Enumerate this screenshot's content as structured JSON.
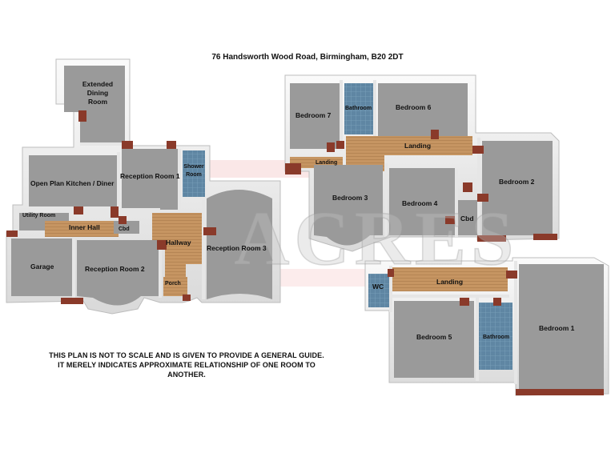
{
  "title": "76 Handsworth Wood Road, Birmingham, B20 2DT",
  "disclaimer": "THIS PLAN IS NOT TO SCALE AND IS GIVEN TO PROVIDE A GENERAL GUIDE. IT MERELY INDICATES APPROXIMATE RELATIONSHIP OF ONE ROOM TO ANOTHER.",
  "watermark": "ACRES",
  "colors": {
    "floor": "#9a9a9a",
    "wall_top": "#f4f4f4",
    "wall_side": "#d2d2d2",
    "brick": "#8a3a2a",
    "wood": "#c69562",
    "tile": "#5f86a3"
  },
  "ground_floor": {
    "extended_dining_room": "Extended Dining Room",
    "open_plan_kitchen": "Open Plan Kitchen / Diner",
    "reception_room_1": "Reception Room 1",
    "shower_room": "Shower Room",
    "utility_room": "Utility Room",
    "inner_hall": "Inner Hall",
    "cbd": "Cbd",
    "hallway": "Hallway",
    "reception_room_3": "Reception Room 3",
    "garage": "Garage",
    "reception_room_2": "Reception Room 2",
    "porch": "Porch"
  },
  "first_floor": {
    "bedroom_7": "Bedroom 7",
    "bathroom": "Bathroom",
    "bedroom_6": "Bedroom 6",
    "landing": "Landing",
    "landing_small": "Landing",
    "bedroom_2": "Bedroom 2",
    "bedroom_3": "Bedroom 3",
    "bedroom_4": "Bedroom 4",
    "cbd": "Cbd"
  },
  "second_floor": {
    "wc": "WC",
    "landing": "Landing",
    "bedroom_5": "Bedroom 5",
    "bathroom": "Bathroom",
    "bedroom_1": "Bedroom 1"
  }
}
